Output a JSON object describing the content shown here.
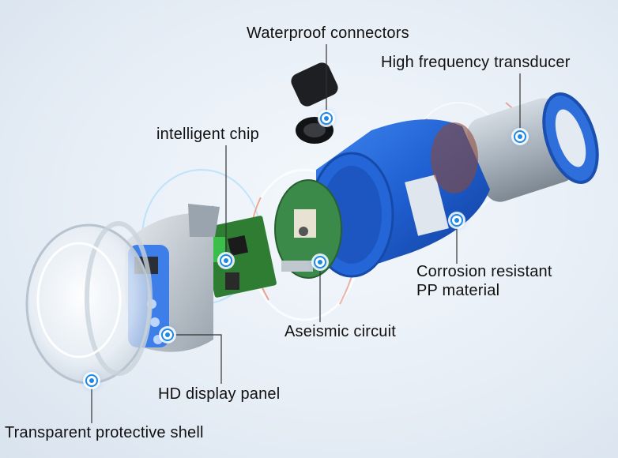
{
  "labels": {
    "waterproof": "Waterproof connectors",
    "transducer": "High frequency transducer",
    "chip": "intelligent chip",
    "corrosion_line1": "Corrosion resistant",
    "corrosion_line2": "PP material",
    "aseismic": "Aseismic circuit",
    "display": "HD display panel",
    "shell": "Transparent protective shell"
  },
  "colors": {
    "housing_blue": "#1f5fd1",
    "marker_blue": "#1e88e5",
    "transducer_gray": "#a9b3bd",
    "ring_blue": "#2c6fe0",
    "pcb_green": "#2e7d32",
    "glow_red": "#e06040"
  }
}
